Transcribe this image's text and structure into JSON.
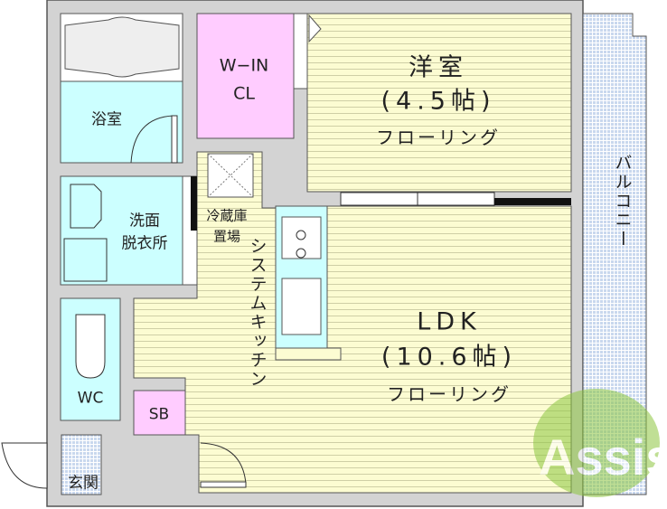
{
  "rooms": {
    "western": {
      "name": "洋室",
      "size": "(4.5帖)",
      "floor": "フローリング"
    },
    "ldk": {
      "name": "LDK",
      "size": "(10.6帖)",
      "floor": "フローリング"
    },
    "closet": {
      "line1": "W−IN",
      "line2": "CL"
    },
    "bath": "浴室",
    "washroom": {
      "line1": "洗面",
      "line2": "脱衣所"
    },
    "fridge": {
      "line1": "冷蔵庫",
      "line2": "置場"
    },
    "kitchen": "システムキッチン",
    "wc": "WC",
    "shoebox": "SB",
    "entrance": "玄関",
    "balcony": "バルコニー"
  },
  "logo": {
    "text": "Assist"
  },
  "colors": {
    "wall": "#d3d3d3",
    "floor": "#fcfcd2",
    "wet": "#ccffff",
    "storage": "#ffccff",
    "balcony": "#dfe8f6",
    "logo": "#8dc63f"
  }
}
